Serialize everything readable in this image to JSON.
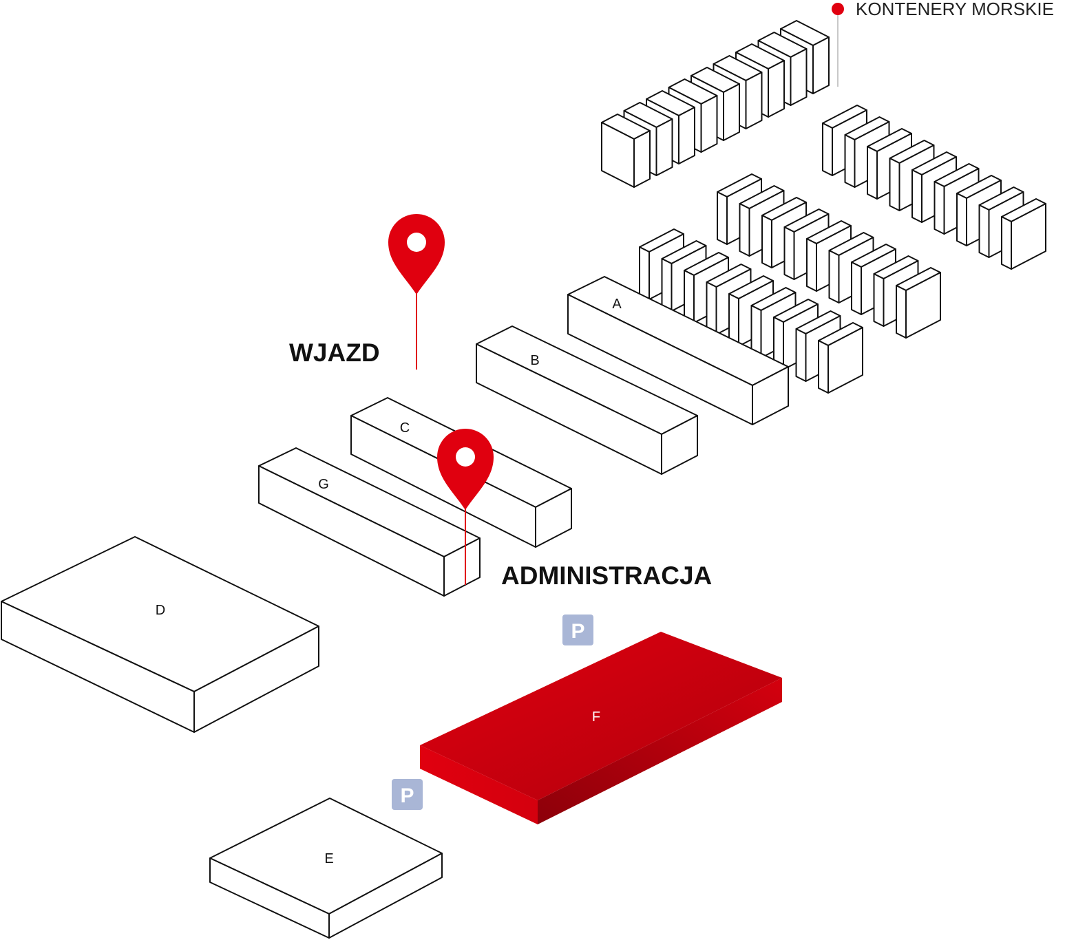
{
  "legend": {
    "label": "KONTENERY MORSKIE",
    "color": "#e0000f"
  },
  "markers": {
    "entrance": {
      "label": "WJAZD"
    },
    "administration": {
      "label": "ADMINISTRACJA"
    }
  },
  "buildings": {
    "A": {
      "label": "A"
    },
    "B": {
      "label": "B"
    },
    "C": {
      "label": "C"
    },
    "D": {
      "label": "D"
    },
    "E": {
      "label": "E"
    },
    "F": {
      "label": "F",
      "highlighted": true
    },
    "G": {
      "label": "G"
    }
  },
  "parking": {
    "label": "P"
  },
  "colors": {
    "accent": "#e0000f",
    "accent_dark": "#a8000c",
    "parking": "#a9b6d6",
    "stroke": "#111111"
  }
}
